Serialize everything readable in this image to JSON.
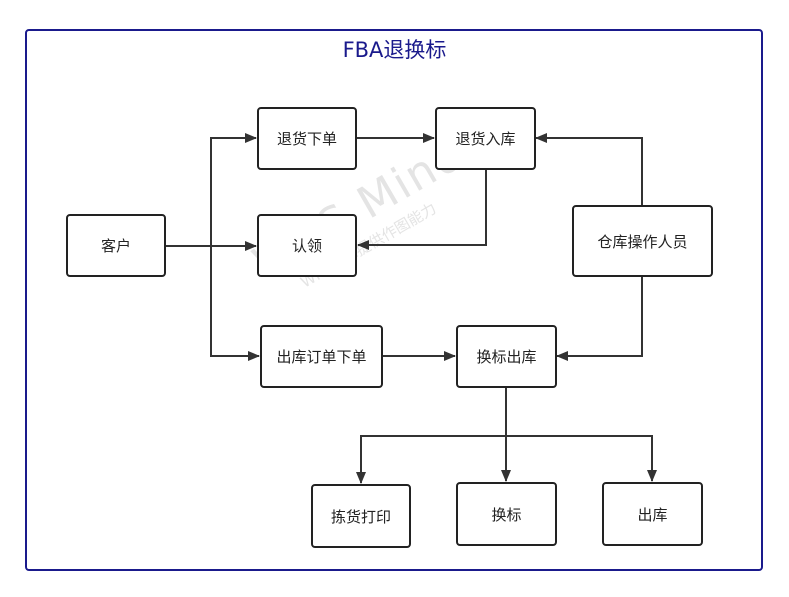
{
  "title": "FBA退换标",
  "colors": {
    "frame": "#1a1a8c",
    "title": "#1a1a8c",
    "node_border": "#222222",
    "edge": "#333333",
    "watermark": "#e4e4e4"
  },
  "watermark": {
    "main": "WPS Mind",
    "sub": "WPS灵犀提供作图能力"
  },
  "nodes": {
    "customer": "客户",
    "return_order": "退货下单",
    "return_inbound": "退货入库",
    "claim": "认领",
    "warehouse_staff": "仓库操作人员",
    "outbound_order": "出库订单下单",
    "relabel_outbound": "换标出库",
    "pick_print": "拣货打印",
    "relabel": "换标",
    "outbound": "出库"
  }
}
